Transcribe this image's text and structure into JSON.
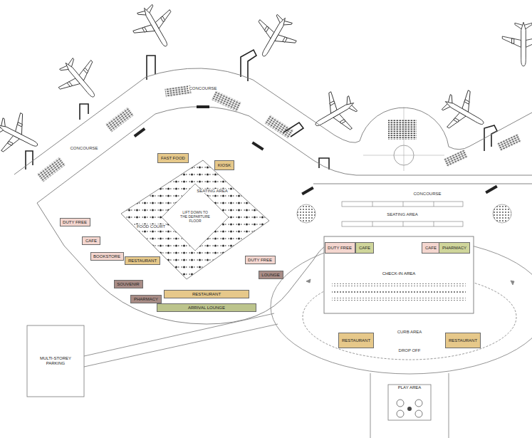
{
  "diagram": {
    "nodes": [
      {
        "text": [
          "FAST FOOD"
        ]
      },
      {
        "text": [
          "KIOSK"
        ]
      },
      {
        "text": [
          "DUTY FREE"
        ]
      },
      {
        "text": [
          "CAFE"
        ]
      },
      {
        "text": [
          "BOOKSTORE"
        ]
      },
      {
        "text": [
          "RESTAURANT"
        ]
      },
      {
        "text": [
          "DUTY FREE"
        ]
      },
      {
        "text": [
          "LOUNGE"
        ]
      },
      {
        "text": [
          "SOUVENIR"
        ]
      },
      {
        "text": [
          "PHARMACY"
        ]
      },
      {
        "text": [
          "RESTAURANT"
        ]
      },
      {
        "text": [
          "ARRIVAL LOUNGE"
        ]
      },
      {
        "text": [
          "DUTY FREE"
        ]
      },
      {
        "text": [
          "CAFE"
        ]
      },
      {
        "text": [
          "CAFE"
        ]
      },
      {
        "text": [
          "PHARMACY"
        ]
      },
      {
        "text": [
          "CHECK-IN AREA"
        ]
      },
      {
        "text": [
          "MULTI-STOREY PARKING"
        ]
      },
      {
        "text": [
          "RESTAURANT"
        ]
      },
      {
        "text": [
          "RESTAURANT"
        ]
      },
      {
        "text": [
          "PLAY AREA"
        ]
      }
    ],
    "labels": [
      "CONCOURSE",
      "CONCOURSE",
      "CONCOURSE",
      "SEATING AREA",
      "FOOD COURT",
      "LIFT DOWN TO THE DEPARTURE FLOOR",
      "SEATING AREA",
      "CURB AREA",
      "DROP OFF"
    ]
  }
}
